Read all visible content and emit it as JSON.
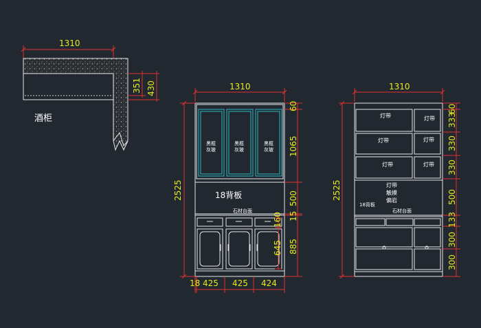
{
  "plan": {
    "width_dim": "1310",
    "dim_351": "351",
    "dim_430": "430",
    "label": "酒柜"
  },
  "front": {
    "width_dim": "1310",
    "height_dim": "2525",
    "right_dims": [
      "60",
      "1065",
      "500",
      "15",
      "885"
    ],
    "inner_dims": [
      "160",
      "645"
    ],
    "bottom_dims": [
      "18",
      "425",
      "425",
      "424"
    ],
    "glass_label": [
      "黑框",
      "灰玻"
    ],
    "backboard_label": "18背板",
    "stone_label": "石材台面"
  },
  "section": {
    "width_dim": "1310",
    "height_dim": "2525",
    "right_dims": [
      "60",
      "333",
      "330",
      "330",
      "500",
      "133",
      "300",
      "300"
    ],
    "light_label": "灯带",
    "mid_labels": [
      "灯带",
      "触摸",
      "偏岩"
    ],
    "backboard_label": "18背板",
    "stone_label": "石材台面"
  }
}
